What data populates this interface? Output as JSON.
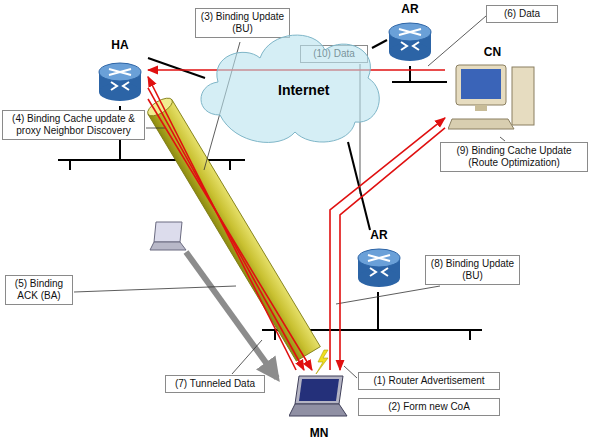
{
  "diagram": {
    "nodes": [
      {
        "text": [
          "(3) Binding Update (BU)"
        ]
      },
      {
        "text": [
          "AR"
        ]
      },
      {
        "text": [
          "(6) Data"
        ]
      },
      {
        "text": [
          "(10) Data"
        ]
      },
      {
        "text": [
          "HA"
        ]
      },
      {
        "text": [
          "Internet"
        ]
      },
      {
        "text": [
          "CN"
        ]
      },
      {
        "text": [
          "(4) Binding Cache update & proxy Neighbor Discovery"
        ]
      },
      {
        "text": [
          "(9) Binding Cache Update (Route Optimization)"
        ]
      },
      {
        "text": [
          "(5) Binding ACK (BA)"
        ]
      },
      {
        "text": [
          "AR"
        ]
      },
      {
        "text": [
          "(8) Binding Update (BU)"
        ]
      },
      {
        "text": [
          "(7) Tunneled Data"
        ]
      },
      {
        "text": [
          "(1) Router Advertisement"
        ]
      },
      {
        "text": [
          "(2) Form new CoA"
        ]
      },
      {
        "text": [
          "MN"
        ]
      }
    ],
    "edges": [
      {
        "from": 15,
        "to": 4,
        "arrow": "to"
      },
      {
        "from": 4,
        "to": 15,
        "arrow": "to"
      },
      {
        "from": 6,
        "to": 4,
        "arrow": "to"
      },
      {
        "from": 4,
        "to": 15,
        "arrow": "to"
      },
      {
        "from": 15,
        "to": 6,
        "arrow": "to"
      },
      {
        "from": 6,
        "to": 15,
        "arrow": "to"
      }
    ]
  }
}
